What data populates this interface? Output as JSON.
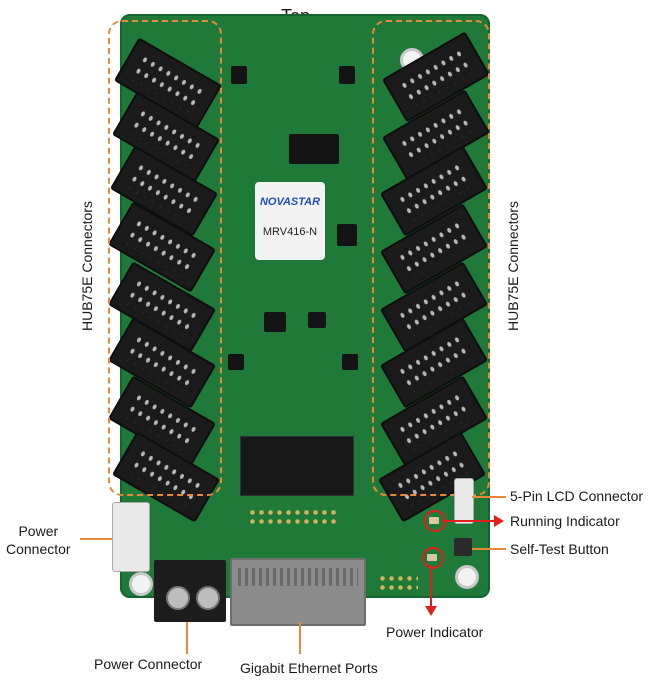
{
  "title": "Top",
  "labels": {
    "hub_left": "HUB75E Connectors",
    "hub_right": "HUB75E Connectors",
    "lcd": "5-Pin LCD Connector",
    "running": "Running Indicator",
    "selftest": "Self-Test Button",
    "power_indicator": "Power Indicator",
    "power_connector_side": "Power\nConnector",
    "power_connector_bottom": "Power Connector",
    "ethernet": "Gigabit Ethernet Ports"
  },
  "board": {
    "brand": "NOVASTAR",
    "model": "MRV416-N"
  },
  "colors": {
    "pcb": "#1f7a3a",
    "callout_orange": "#e8893a",
    "callout_red": "#e0201a"
  }
}
